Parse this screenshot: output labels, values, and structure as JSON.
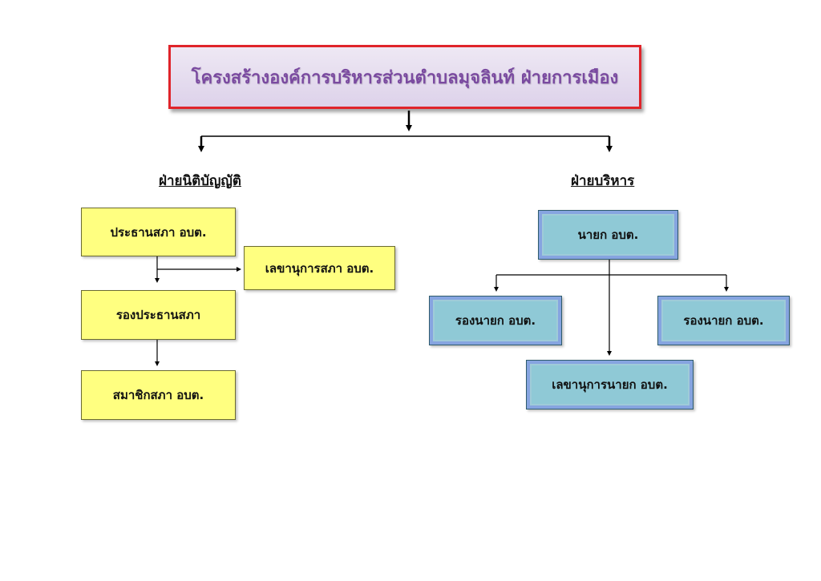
{
  "title": "โครงสร้างองค์การบริหารส่วนตำบลมุจลินท์ ฝ่ายการเมือง",
  "legislative": {
    "heading": "ฝ่ายนิติบัญญัติ",
    "chairman": "ประธานสภา อบต.",
    "secretary": "เลขานุการสภา อบต.",
    "vice_chairman": "รองประธานสภา",
    "member": "สมาชิกสภา อบต."
  },
  "executive": {
    "heading": "ฝ่ายบริหาร",
    "mayor": "นายก อบต.",
    "deputy_left": "รองนายก อบต.",
    "deputy_right": "รองนายก อบต.",
    "secretary": "เลขานุการนายก อบต."
  }
}
